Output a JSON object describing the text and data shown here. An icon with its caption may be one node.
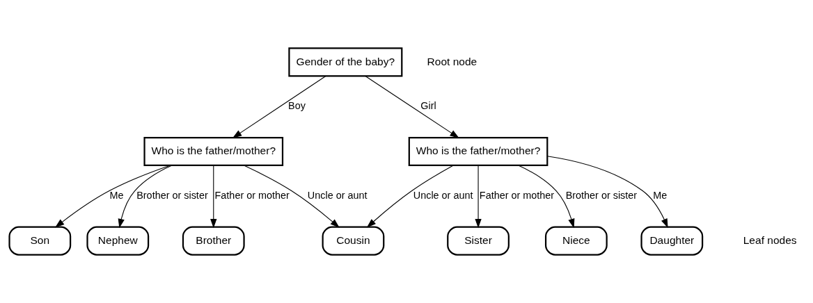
{
  "diagram": {
    "nodes": [
      {
        "text": [
          "Gender of the baby?"
        ]
      },
      {
        "text": [
          "Who is the father/mother?"
        ]
      },
      {
        "text": [
          "Who is the father/mother?"
        ]
      },
      {
        "text": [
          "Son"
        ]
      },
      {
        "text": [
          "Nephew"
        ]
      },
      {
        "text": [
          "Brother"
        ]
      },
      {
        "text": [
          "Cousin"
        ]
      },
      {
        "text": [
          "Sister"
        ]
      },
      {
        "text": [
          "Niece"
        ]
      },
      {
        "text": [
          "Daughter"
        ]
      }
    ],
    "edges": [
      {
        "from": 0,
        "to": 1,
        "arrow": "to",
        "label": "Boy"
      },
      {
        "from": 0,
        "to": 2,
        "arrow": "to",
        "label": "Girl"
      },
      {
        "from": 1,
        "to": 3,
        "arrow": "to",
        "label": "Me"
      },
      {
        "from": 1,
        "to": 4,
        "arrow": "to",
        "label": "Brother or sister"
      },
      {
        "from": 1,
        "to": 5,
        "arrow": "to",
        "label": "Father or mother"
      },
      {
        "from": 1,
        "to": 6,
        "arrow": "to",
        "label": "Uncle or aunt"
      },
      {
        "from": 2,
        "to": 6,
        "arrow": "to",
        "label": "Uncle or aunt"
      },
      {
        "from": 2,
        "to": 7,
        "arrow": "to",
        "label": "Father or mother"
      },
      {
        "from": 2,
        "to": 8,
        "arrow": "to",
        "label": "Brother or sister"
      },
      {
        "from": 2,
        "to": 9,
        "arrow": "to",
        "label": "Me"
      }
    ],
    "labels": [
      "Root node",
      "Leaf nodes"
    ]
  }
}
